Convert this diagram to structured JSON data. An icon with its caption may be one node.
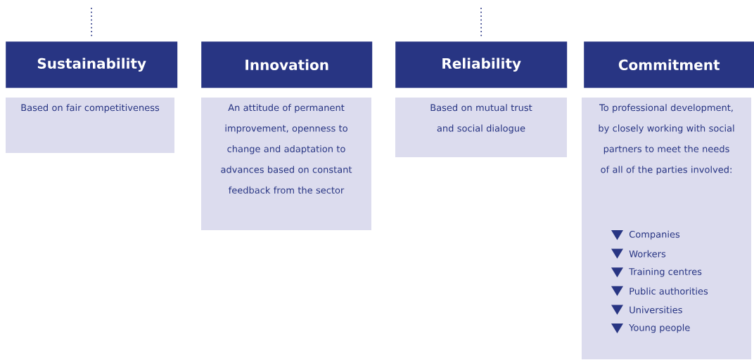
{
  "diagram": {
    "nodes": [
      {
        "text": [
          "Sustainability"
        ]
      },
      {
        "text": [
          "Based on fair competitiveness"
        ]
      },
      {
        "text": [
          "Innovation"
        ]
      },
      {
        "text": [
          "An attitude of permanent improvement, openness to change and adaptation to advances based on constant feedback from the sector"
        ]
      },
      {
        "text": [
          "Reliability"
        ]
      },
      {
        "text": [
          "Based on mutual trust and social dialogue"
        ]
      },
      {
        "text": [
          "Commitment"
        ]
      },
      {
        "text": [
          "To professional development, by closely working with social partners to meet the needs of all of the parties involved:",
          "Companies",
          "Workers",
          "Training centres",
          "Public authorities",
          "Universities",
          "Young people"
        ]
      }
    ],
    "edges": [
      {
        "from": null,
        "to": 0,
        "arrow": "none",
        "style": "dashed"
      },
      {
        "from": null,
        "to": 4,
        "arrow": "none",
        "style": "dashed"
      }
    ]
  }
}
